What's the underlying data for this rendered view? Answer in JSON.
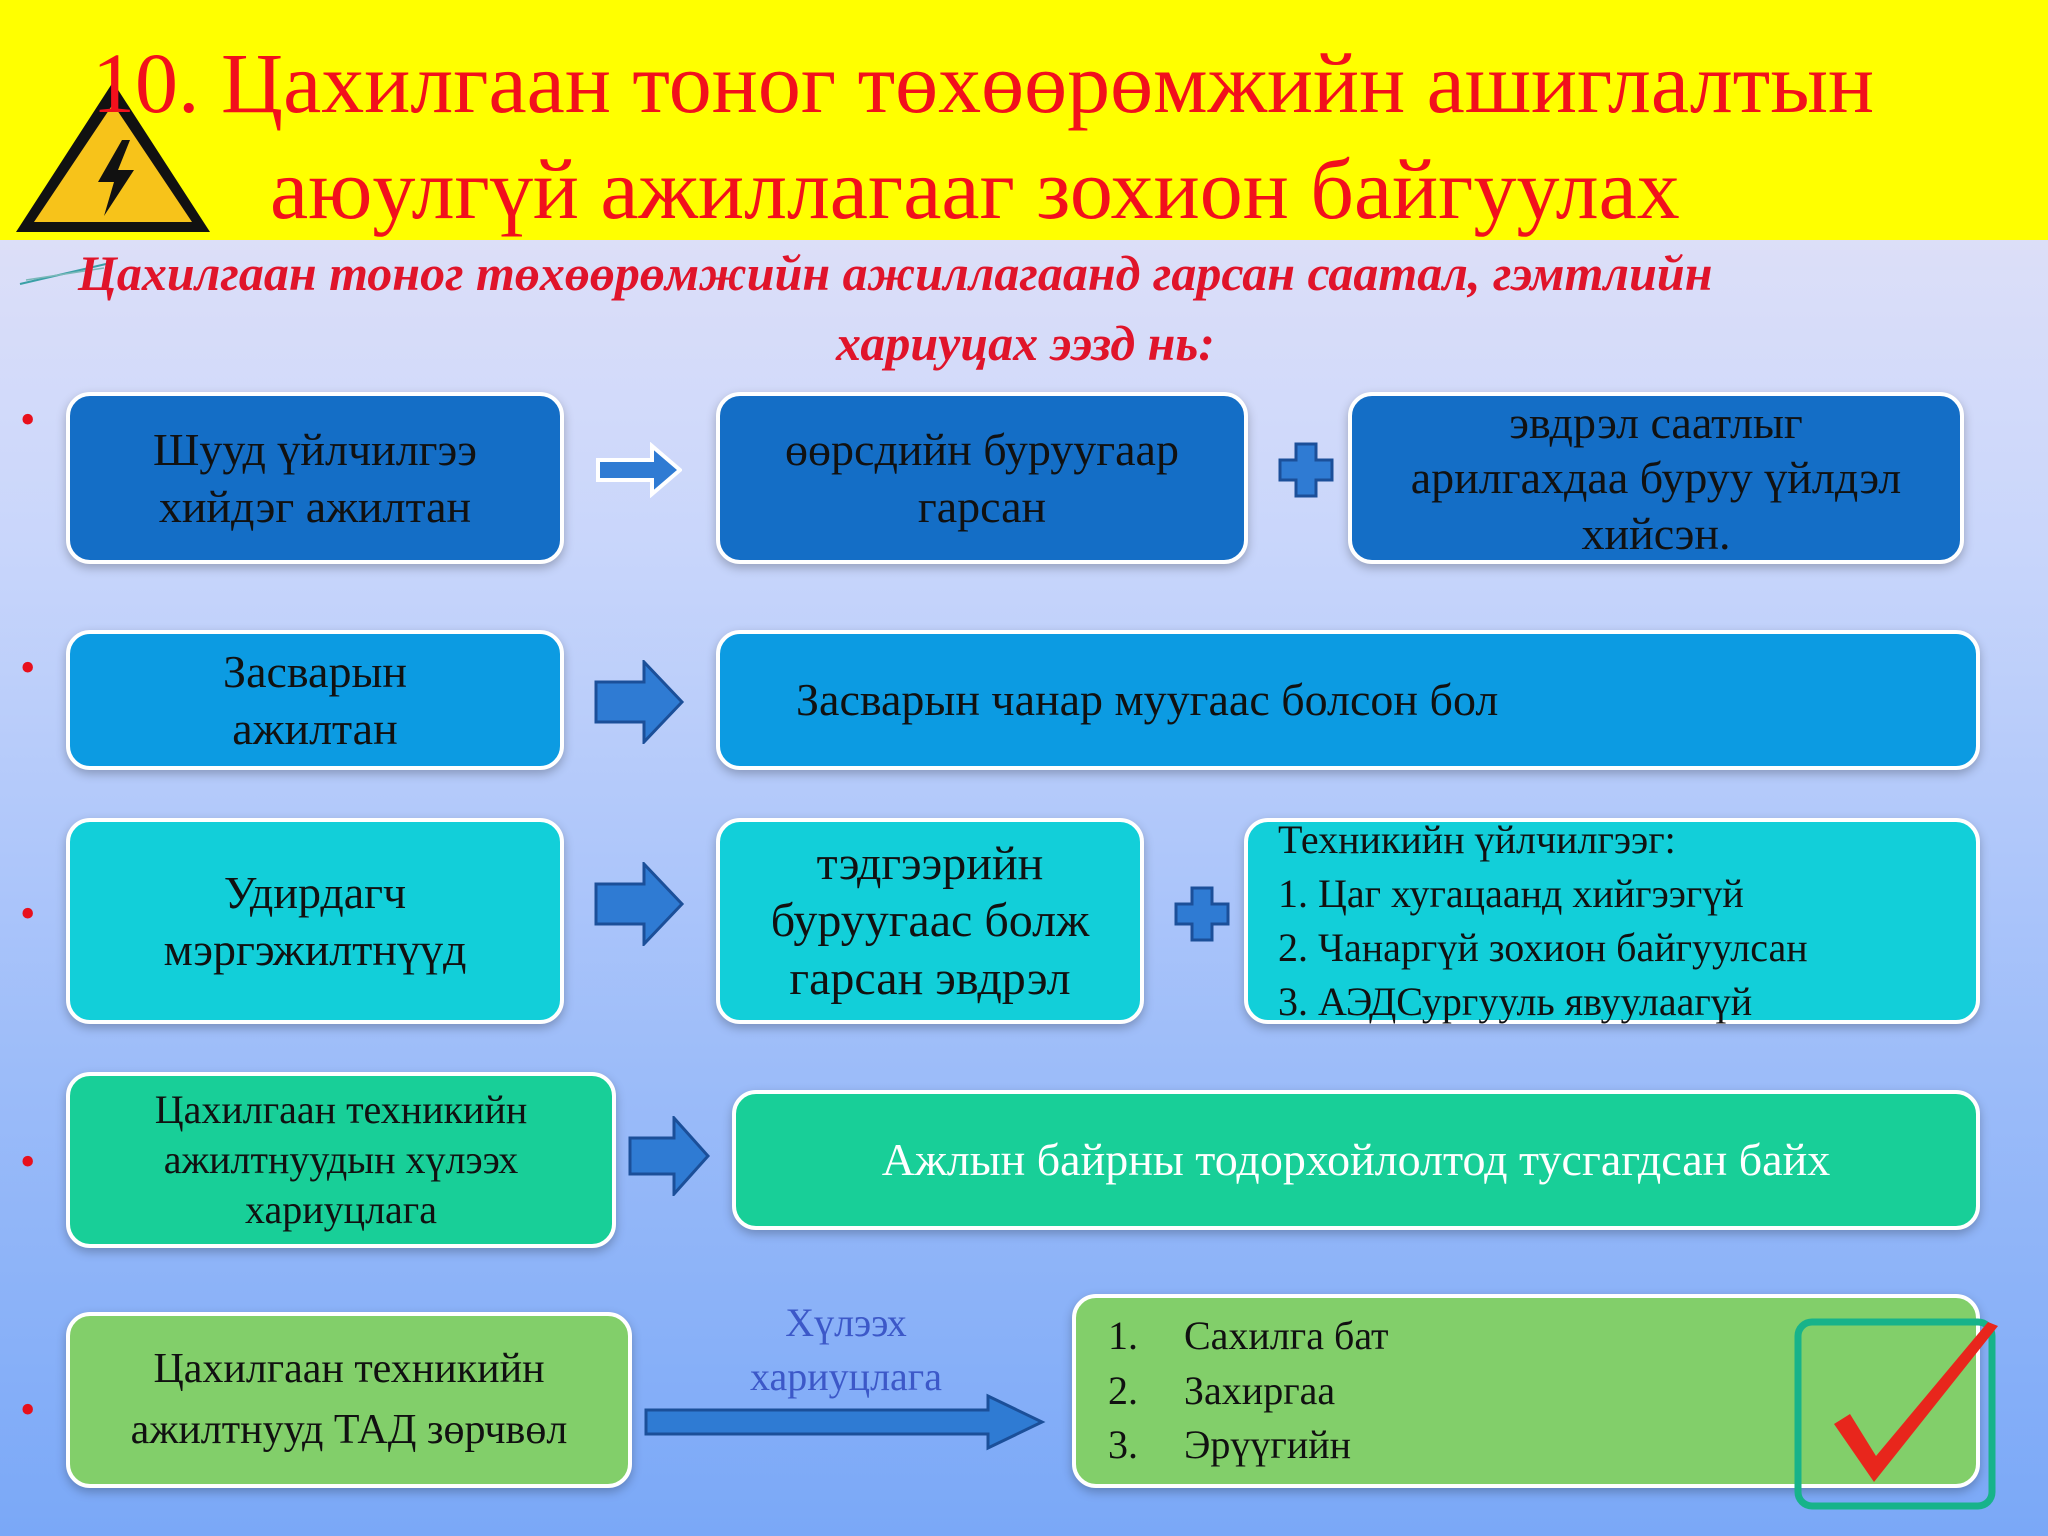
{
  "title": {
    "line1": "10. Цахилгаан тоног төхөөрөмжийн ашиглалтын",
    "line2": "аюулгүй ажиллагааг зохион байгуулах"
  },
  "subtitle": {
    "line1": "Цахилгаан тоног төхөөрөмжийн ажиллагаанд  гарсан саатал, гэмтлийн",
    "line2": "хариуцах ээзд нь:"
  },
  "rows": [
    {
      "left": [
        "Шууд үйлчилгээ",
        "хийдэг ажилтан"
      ],
      "middle": [
        "өөрсдийн буруугаар",
        "гарсан"
      ],
      "right": [
        "эвдрэл саатлыг",
        "арилгахдаа буруу үйлдэл",
        "хийсэн."
      ]
    },
    {
      "left": [
        "Засварын",
        "ажилтан"
      ],
      "right": [
        "Засварын чанар муугаас болсон бол"
      ]
    },
    {
      "left": [
        "Удирдагч",
        "мэргэжилтнүүд"
      ],
      "middle": [
        "тэдгээрийн",
        "буруугаас болж",
        "гарсан эвдрэл"
      ],
      "right": [
        "Техникийн үйлчилгээг:",
        "1. Цаг хугацаанд хийгээгүй",
        "2. Чанаргүй зохион байгуулсан",
        "3. АЭДСургууль явуулаагүй"
      ]
    },
    {
      "left": [
        "Цахилгаан техникийн",
        "ажилтнуудын хүлээх",
        "хариуцлага"
      ],
      "right": [
        "Ажлын байрны тодорхойлолтод тусгагдсан байх"
      ]
    },
    {
      "left": [
        "Цахилгаан техникийн",
        "ажилтнууд ТАД зөрчвөл"
      ],
      "arrow_label": [
        "Хүлээх",
        "хариуцлага"
      ],
      "list": [
        {
          "num": "1.",
          "text": "Сахилга бат"
        },
        {
          "num": "2.",
          "text": "Захиргаа"
        },
        {
          "num": "3.",
          "text": "Эрүүгийн"
        }
      ]
    }
  ],
  "bullet": "•",
  "colors": {
    "title_band": "#ffff00",
    "title_text": "#f2101c",
    "row1": "#146ec6",
    "row2": "#0c9be2",
    "row3": "#12cfd9",
    "row4": "#18cf98",
    "row5": "#82cf6a",
    "arrow": "#2f7bd3"
  },
  "icons": [
    "high-voltage-warning-icon",
    "arrow-right-icon",
    "plus-icon",
    "checkmark-icon"
  ]
}
